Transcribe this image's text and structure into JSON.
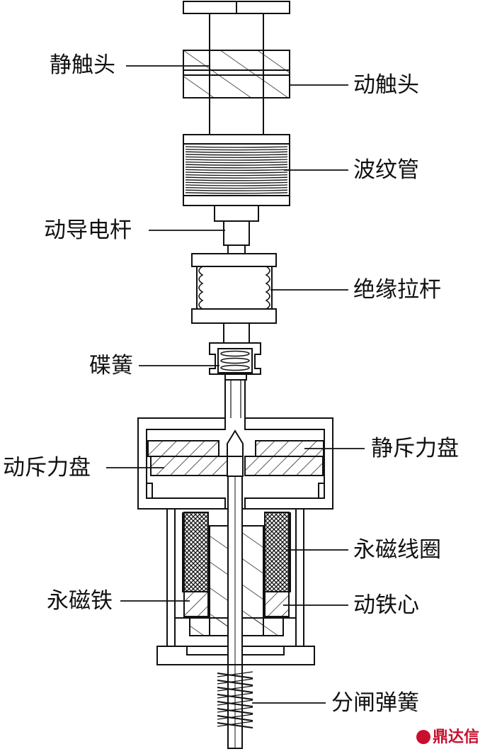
{
  "labels": {
    "static_contact": "静触头",
    "moving_contact": "动触头",
    "bellows": "波纹管",
    "moving_conductor_rod": "动导电杆",
    "insulating_pull_rod": "绝缘拉杆",
    "disc_spring": "碟簧",
    "moving_repulsion_disc": "动斥力盘",
    "static_repulsion_disc": "静斥力盘",
    "permanent_magnet_coil": "永磁线圈",
    "permanent_magnet": "永磁铁",
    "moving_iron_core": "动铁心",
    "opening_spring": "分闸弹簧"
  },
  "watermark": "鼎达信",
  "colors": {
    "line": "#111111",
    "watermark": "#c8102e"
  }
}
